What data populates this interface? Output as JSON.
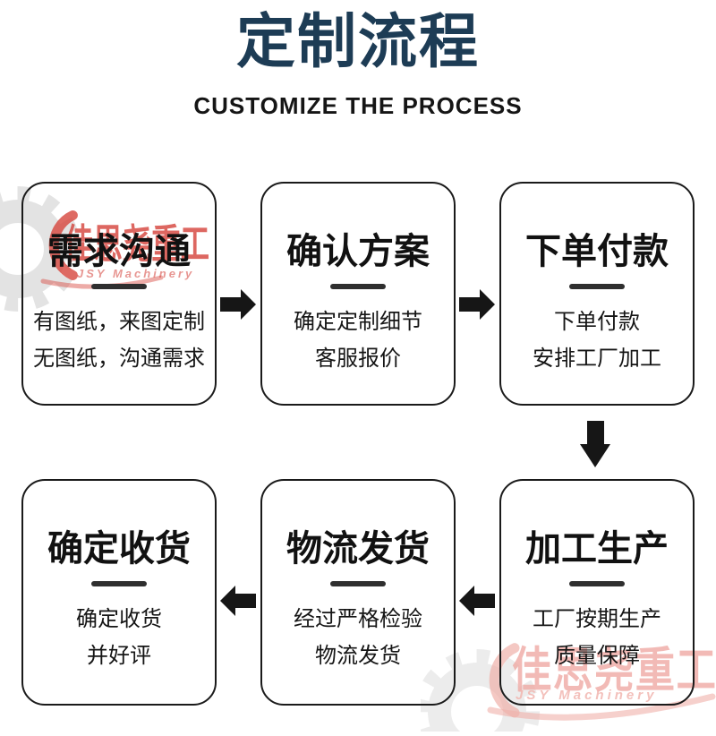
{
  "header": {
    "title": "定制流程",
    "subtitle": "CUSTOMIZE THE PROCESS"
  },
  "steps": [
    {
      "title": "需求沟通",
      "lines": [
        "有图纸，来图定制",
        "无图纸，沟通需求"
      ]
    },
    {
      "title": "确认方案",
      "lines": [
        "确定定制细节",
        "客服报价"
      ]
    },
    {
      "title": "下单付款",
      "lines": [
        "下单付款",
        "安排工厂加工"
      ]
    },
    {
      "title": "加工生产",
      "lines": [
        "工厂按期生产",
        "质量保障"
      ]
    },
    {
      "title": "物流发货",
      "lines": [
        "经过严格检验",
        "物流发货"
      ]
    },
    {
      "title": "确定收货",
      "lines": [
        "确定收货",
        "并好评"
      ]
    }
  ],
  "flow_arrows": [
    "right",
    "right",
    "down",
    "left",
    "left"
  ],
  "watermark": {
    "brand_cn": "佳思尧重工",
    "brand_en": "JSY Machinery"
  },
  "colors": {
    "title_navy": "#1d3c55",
    "text_black": "#151515",
    "arrow_black": "#161616",
    "watermark_red": "#d5423a",
    "watermark_pale_red": "#efaaa4",
    "gear_gray": "#e3e3e3",
    "gear_pale_gray": "#ececec"
  }
}
